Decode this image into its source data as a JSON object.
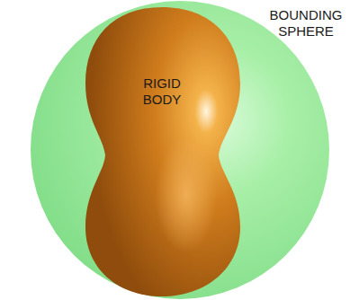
{
  "diagram": {
    "nodes": [
      {
        "text": [
          "BOUNDING SPHERE"
        ]
      },
      {
        "text": [
          "RIGID BODY"
        ],
        "in": 0
      }
    ]
  }
}
